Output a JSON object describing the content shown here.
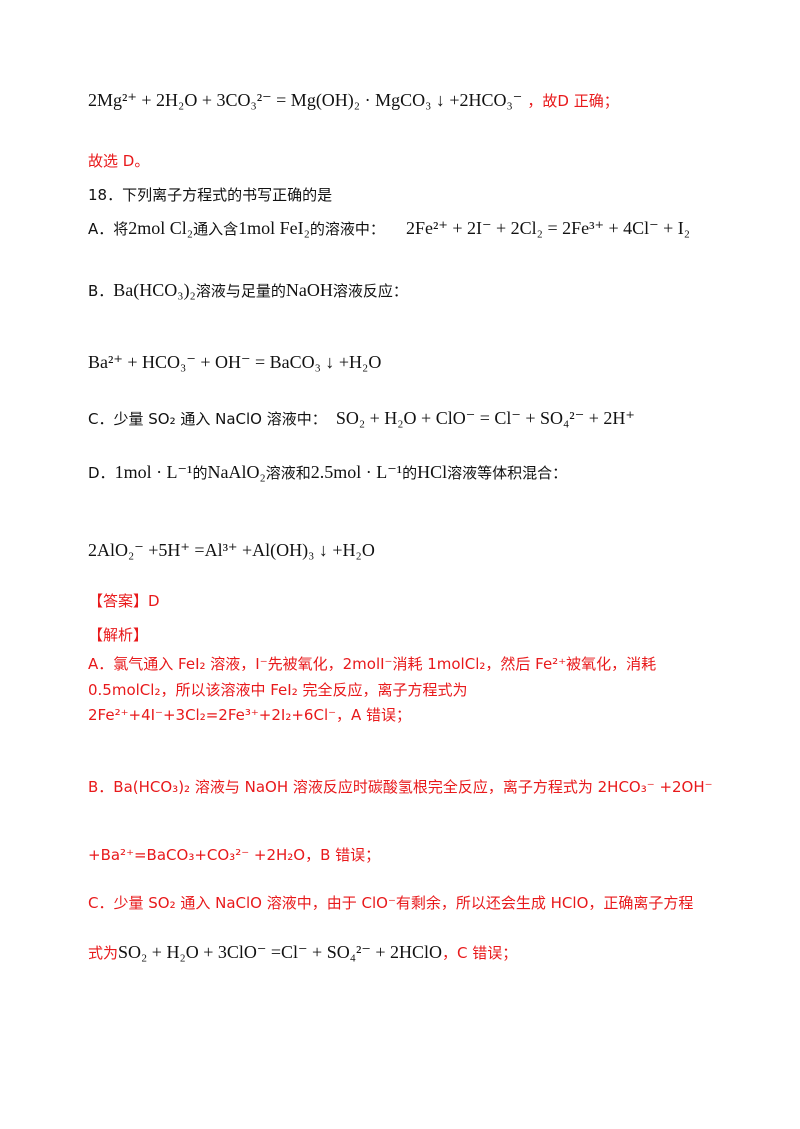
{
  "prev": {
    "eq_D": "2Mg²⁺ + 2H₂O + 3CO₃²⁻ = Mg(OH)₂ · MgCO₃ ↓ +2HCO₃⁻",
    "eq_D_tail": "，故D 正确；",
    "conclusion": "故选 D。"
  },
  "q18": {
    "stem": "18．下列离子方程式的书写正确的是",
    "A_text_1": "A．将",
    "A_amt1": "2mol Cl₂",
    "A_text_2": "通入含",
    "A_amt2": "1mol FeI₂",
    "A_text_3": "的溶液中：",
    "A_eq": "2Fe²⁺ + 2I⁻ + 2Cl₂ = 2Fe³⁺ + 4Cl⁻ + I₂",
    "B_label": "B．",
    "B_reagent": "Ba(HCO₃)₂",
    "B_text_1": "溶液与足量的",
    "B_reagent2": "NaOH",
    "B_text_2": "溶液反应：",
    "B_eq": "Ba²⁺ + HCO₃⁻ + OH⁻ = BaCO₃ ↓ +H₂O",
    "C_text": "C．少量 SO₂ 通入 NaClO 溶液中：",
    "C_eq": "SO₂ + H₂O + ClO⁻ = Cl⁻ + SO₄²⁻ + 2H⁺",
    "D_label": "D．",
    "D_amt1": "1mol · L⁻¹",
    "D_text_1": "的",
    "D_reagent1": "NaAlO₂",
    "D_text_2": "溶液和",
    "D_amt2": "2.5mol · L⁻¹",
    "D_text_3": "的",
    "D_reagent2": "HCl",
    "D_text_4": "溶液等体积混合：",
    "D_eq": "2AlO₂⁻ +5H⁺ =Al³⁺ +Al(OH)₃ ↓ +H₂O"
  },
  "answer": "【答案】D",
  "analysis_title": "【解析】",
  "analysis": {
    "A": "A．氯气通入 FeI₂ 溶液，I⁻先被氧化，2molI⁻消耗 1molCl₂，然后 Fe²⁺被氧化，消耗 0.5molCl₂，所以该溶液中 FeI₂ 完全反应，离子方程式为 2Fe²⁺+4I⁻+3Cl₂=2Fe³⁺+2I₂+6Cl⁻，A 错误；",
    "B_1": "B．Ba(HCO₃)₂ 溶液与 NaOH 溶液反应时碳酸氢根完全反应，离子方程式为 2HCO₃⁻ +2OH⁻",
    "B_2": "+Ba²⁺=BaCO₃+CO₃²⁻ +2H₂O，B 错误；",
    "C_1": "C．少量 SO₂ 通入 NaClO 溶液中，由于 ClO⁻有剩余，所以还会生成 HClO，正确离子方程",
    "C_2_prefix": "式为",
    "C_2_eq": "SO₂ + H₂O + 3ClO⁻ =Cl⁻ + SO₄²⁻ + 2HClO",
    "C_2_tail": "，C 错误；"
  }
}
